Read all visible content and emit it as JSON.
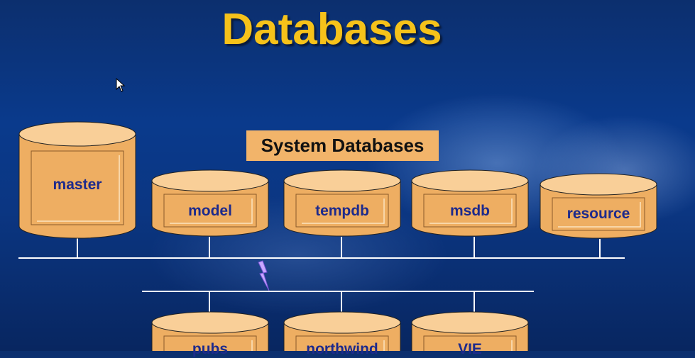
{
  "title": "Databases",
  "system_label": "System Databases",
  "system_databases": [
    "master",
    "model",
    "tempdb",
    "msdb",
    "resource"
  ],
  "user_databases": [
    "pubs",
    "northwind",
    "VIE"
  ],
  "colors": {
    "title": "#f6c21a",
    "cylinder_body": "#eeae62",
    "cylinder_top": "#f9cf98",
    "label_text": "#1d2a8c",
    "line": "#ffffff",
    "lightning": "#c8a8ff"
  },
  "icons": [
    "mouse-cursor-icon",
    "lightning-icon"
  ]
}
